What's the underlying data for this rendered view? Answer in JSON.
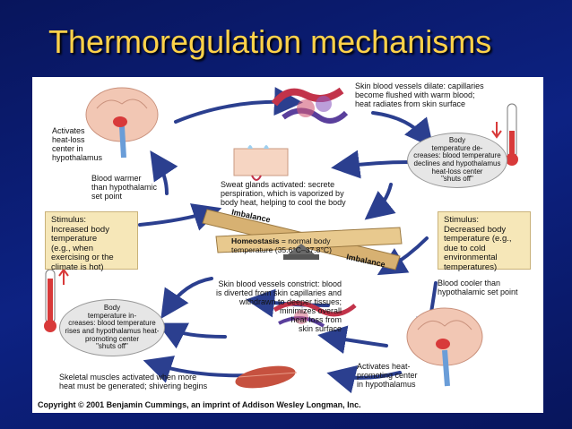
{
  "title": "Thermoregulation mechanisms",
  "labels": {
    "activates_heat_loss": "Activates\nheat-loss\ncenter in\nhypothalamus",
    "skin_dilate": "Skin blood vessels dilate: capillaries\nbecome flushed with warm blood;\nheat radiates from skin surface",
    "temp_decreases": "Body\ntemperature de-\ncreases: blood temperature\ndeclines and hypothalamus\nheat-loss center\n\"shuts off\"",
    "blood_warmer": "Blood warmer\nthan hypothalamic\nset point",
    "sweat_glands": "Sweat glands activated: secrete\nperspiration, which is vaporized by\nbody heat, helping to cool the body",
    "stimulus_increase": "Stimulus:\nIncreased body\ntemperature\n(e.g., when\nexercising or the\nclimate is hot)",
    "stimulus_decrease": "Stimulus:\nDecreased body\ntemperature (e.g.,\ndue to cold\nenvironmental\ntemperatures)",
    "imbalance_top": "Imbalance",
    "imbalance_bottom": "Imbalance",
    "homeostasis_bold": "Homeostasis",
    "homeostasis_rest": " = normal body\ntemperature (35.6°C–37.8°C)",
    "blood_cooler": "Blood cooler than\nhypothalamic set point",
    "temp_increases": "Body\ntemperature in-\ncreases: blood temperature\nrises and hypothalamus heat-\npromoting center\n\"shuts off\"",
    "skin_constrict": "Skin blood vessels constrict: blood\nis diverted from skin capillaries and\nwithdrawn to deeper tissues;\nminimizes overall\nheat loss from\nskin surface",
    "skeletal_muscles": "Skeletal muscles activated when more\nheat must be generated; shivering begins",
    "activates_heat_promoting": "Activates heat-\npromoting center\nin hypothalamus"
  },
  "copyright": "Copyright © 2001 Benjamin Cummings, an imprint of Addison Wesley Longman, Inc.",
  "colors": {
    "background": "#0a1a6b",
    "title": "#ffd24a",
    "arrow": "#2b3f8f",
    "box": "#f6e7b8",
    "seesaw": "#d7b172"
  }
}
